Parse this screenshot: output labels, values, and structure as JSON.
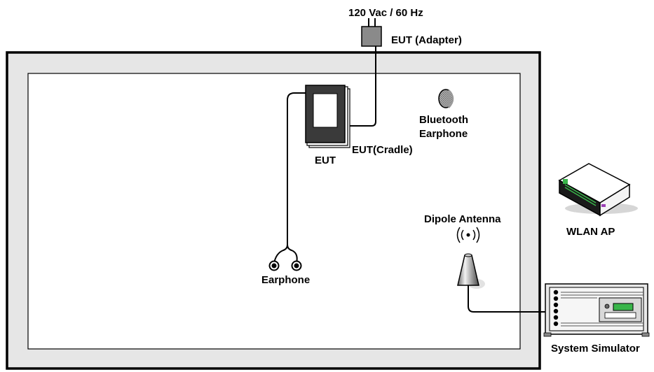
{
  "labels": {
    "power": "120 Vac / 60 Hz",
    "adapter": "EUT (Adapter)",
    "eut": "EUT",
    "cradle": "EUT(Cradle)",
    "bt_line1": "Bluetooth",
    "bt_line2": "Earphone",
    "wlan": "WLAN AP",
    "antenna": "Dipole Antenna",
    "earphone": "Earphone",
    "simulator": "System Simulator"
  },
  "colors": {
    "chamber_frame": "#e6e6e6",
    "outline": "#000000",
    "wlan_accent": "#39b54a",
    "wlan_port": "#9b3fb5"
  }
}
